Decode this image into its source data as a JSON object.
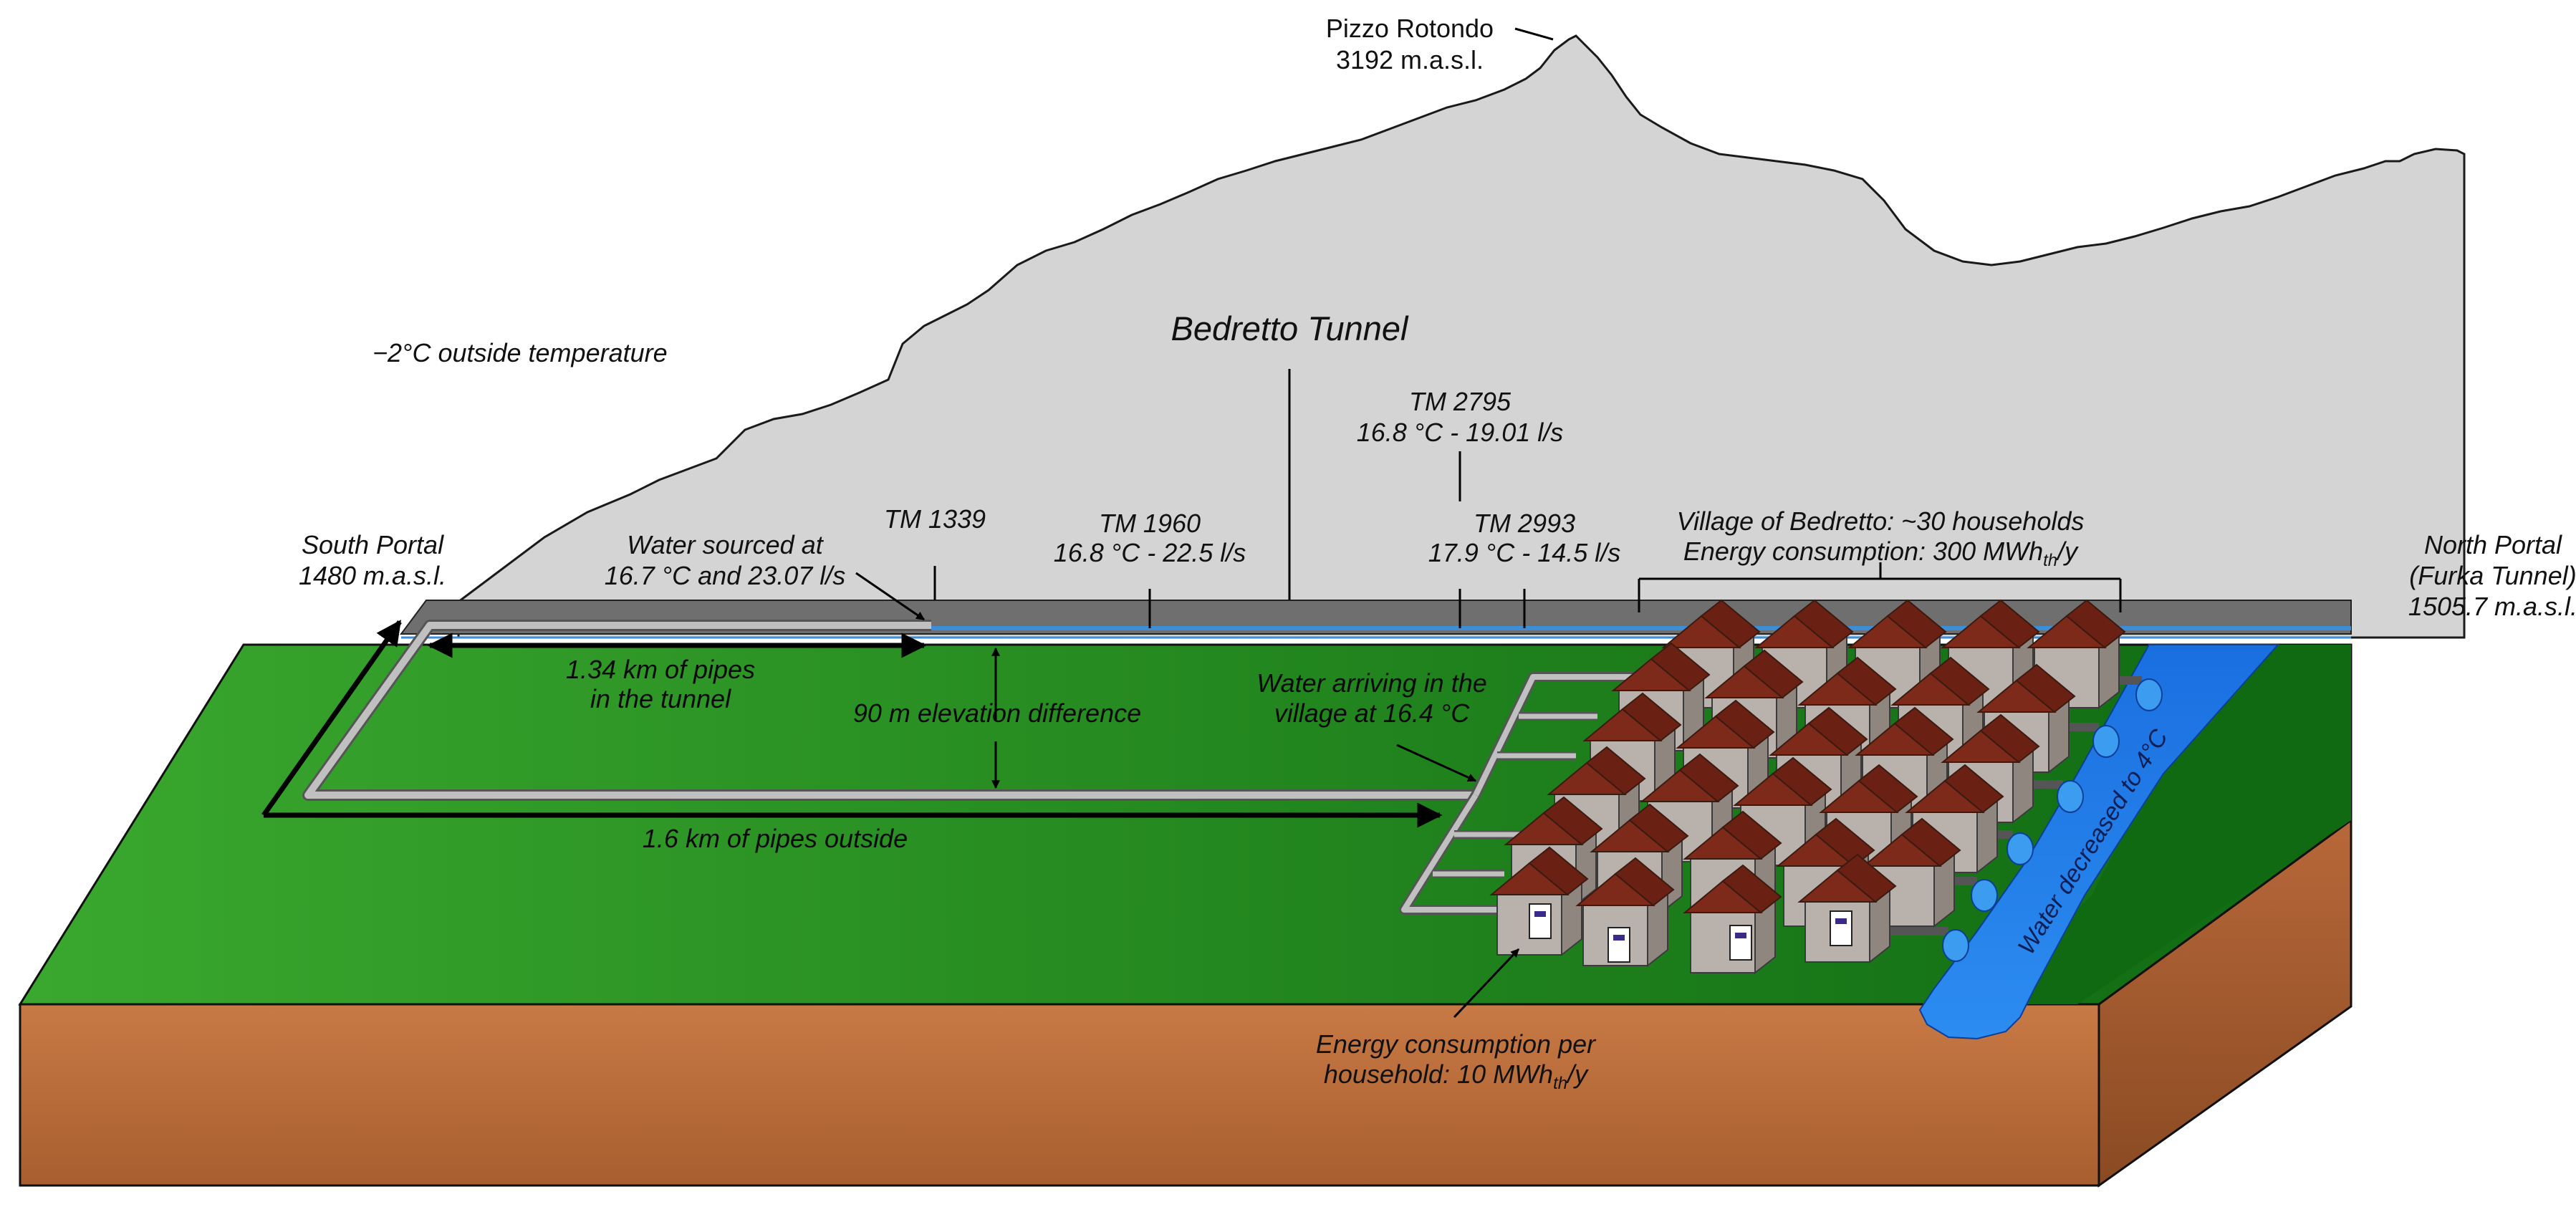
{
  "colors": {
    "mountain": "#d4d4d4",
    "grass_light": "#3aa82e",
    "grass_dark": "#0f6a12",
    "soil_front": "#c1703c",
    "soil_side": "#a0582a",
    "tunnel": "#6f6f6f",
    "water_pipe": "#3a8fd8",
    "river": "#1473e6",
    "roof": "#7e2a1a",
    "house_wall": "#b9b1ab",
    "pipe": "#b8b8b8"
  },
  "peak": {
    "name": "Pizzo Rotondo",
    "elevation": "3192 m.a.s.l."
  },
  "ambient": "−2°C outside temperature",
  "tunnel_title": "Bedretto Tunnel",
  "south_portal": {
    "name": "South Portal",
    "elevation": "1480 m.a.s.l."
  },
  "north_portal": {
    "name": "North Portal",
    "sub": "(Furka Tunnel)",
    "elevation": "1505.7 m.a.s.l."
  },
  "source": {
    "line1": "Water sourced at",
    "line2": "16.7 °C and 23.07 l/s"
  },
  "tm1339": {
    "label": "TM 1339"
  },
  "tm1960": {
    "label": "TM 1960",
    "value": "16.8 °C - 22.5 l/s"
  },
  "tm2795": {
    "label": "TM 2795",
    "value": "16.8 °C - 19.01 l/s"
  },
  "tm2993": {
    "label": "TM 2993",
    "value": "17.9 °C - 14.5 l/s"
  },
  "village": {
    "line1": "Village of Bedretto: ~30 households",
    "line2_prefix": "Energy consumption: 300 MWh",
    "line2_sub": "th",
    "line2_suffix": "/y"
  },
  "pipes_tunnel": {
    "line1": "1.34 km of pipes",
    "line2": "in the tunnel"
  },
  "elevation_diff": "90 m elevation difference",
  "arrival": {
    "line1": "Water arriving in the",
    "line2": "village at 16.4 °C"
  },
  "pipes_outside": "1.6 km of pipes outside",
  "river_label": "Water decreased to 4°C",
  "household": {
    "line1": "Energy consumption per",
    "line2_prefix": "household: 10 MWh",
    "line2_sub": "th",
    "line2_suffix": "/y"
  }
}
